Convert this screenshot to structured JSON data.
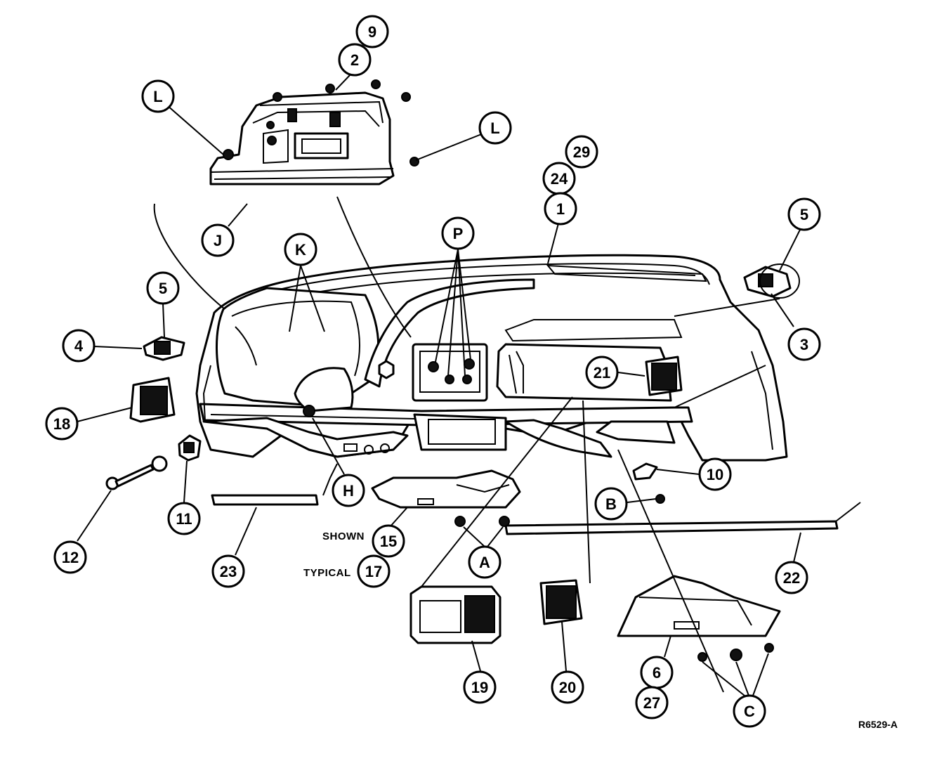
{
  "callouts": {
    "c9": "9",
    "c2": "2",
    "cL1": "L",
    "cL2": "L",
    "c29": "29",
    "c24": "24",
    "c1": "1",
    "c5r": "5",
    "c3": "3",
    "cJ": "J",
    "cK": "K",
    "cP": "P",
    "c5l": "5",
    "c4": "4",
    "c21": "21",
    "c18": "18",
    "c10": "10",
    "c11": "11",
    "cH": "H",
    "cB": "B",
    "c12": "12",
    "c23": "23",
    "c15": "15",
    "c17": "17",
    "cA": "A",
    "c22": "22",
    "c19": "19",
    "c20": "20",
    "c6": "6",
    "c27": "27",
    "cC": "C"
  },
  "labels": {
    "shown": "SHOWN",
    "typical": "TYPICAL",
    "reference": "R6529-A"
  },
  "colors": {
    "ink": "#000000",
    "paper": "#ffffff"
  }
}
